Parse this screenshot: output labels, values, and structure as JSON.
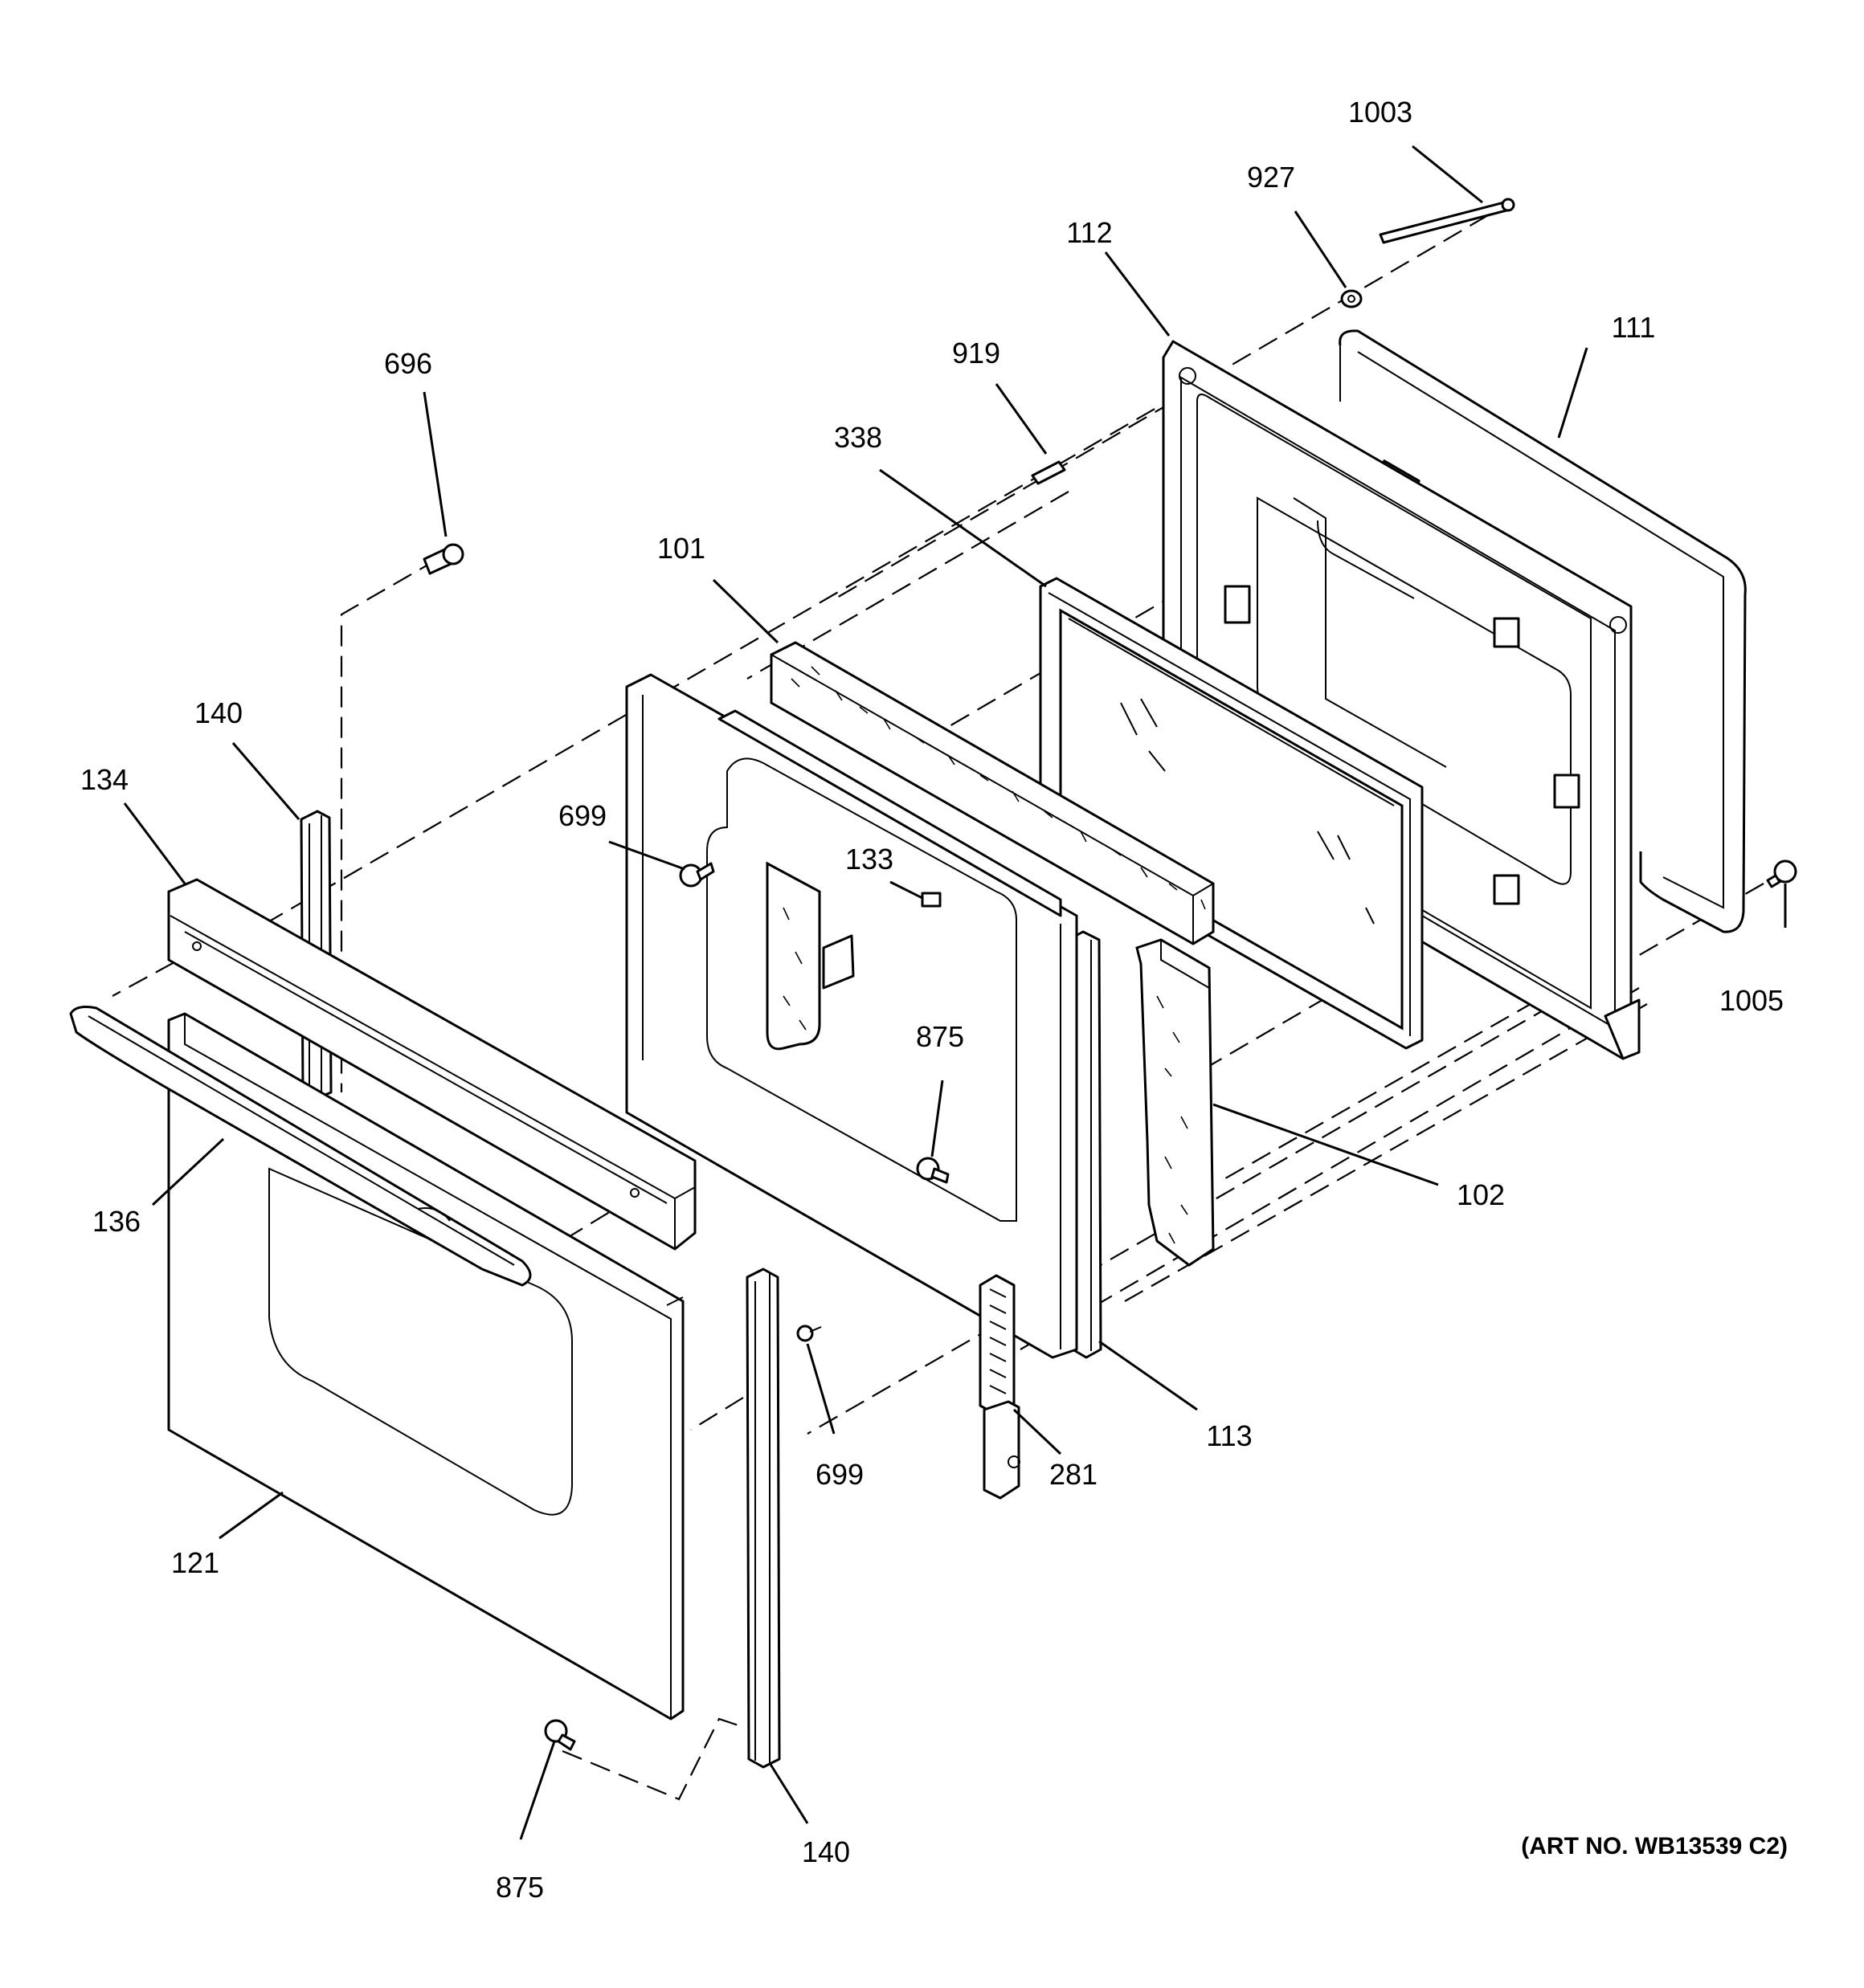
{
  "callouts": [
    {
      "id": "1003",
      "text": "1003"
    },
    {
      "id": "927",
      "text": "927"
    },
    {
      "id": "112",
      "text": "112"
    },
    {
      "id": "111",
      "text": "111"
    },
    {
      "id": "919",
      "text": "919"
    },
    {
      "id": "696",
      "text": "696"
    },
    {
      "id": "338",
      "text": "338"
    },
    {
      "id": "101",
      "text": "101"
    },
    {
      "id": "140a",
      "text": "140"
    },
    {
      "id": "134",
      "text": "134"
    },
    {
      "id": "699a",
      "text": "699"
    },
    {
      "id": "133",
      "text": "133"
    },
    {
      "id": "1005",
      "text": "1005"
    },
    {
      "id": "875a",
      "text": "875"
    },
    {
      "id": "136",
      "text": "136"
    },
    {
      "id": "102",
      "text": "102"
    },
    {
      "id": "113",
      "text": "113"
    },
    {
      "id": "699b",
      "text": "699"
    },
    {
      "id": "281",
      "text": "281"
    },
    {
      "id": "121",
      "text": "121"
    },
    {
      "id": "140b",
      "text": "140"
    },
    {
      "id": "875b",
      "text": "875"
    }
  ],
  "art_number": "(ART NO. WB13539 C2)"
}
